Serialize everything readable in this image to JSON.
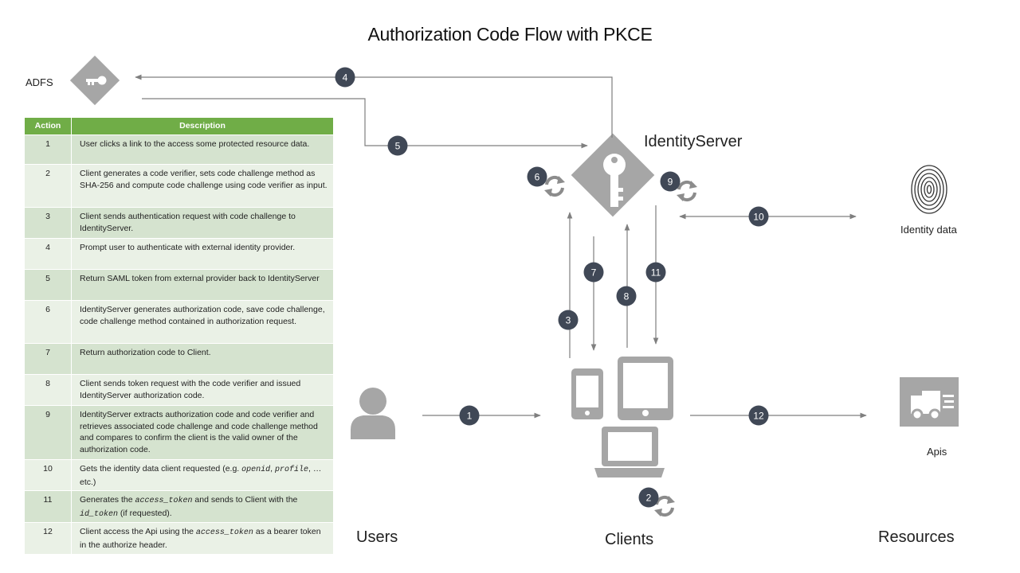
{
  "title": "Authorization Code Flow with PKCE",
  "nodes": {
    "adfs": "ADFS",
    "identity_server": "IdentityServer",
    "identity_data": "Identity data",
    "apis": "Apis",
    "users": "Users",
    "clients": "Clients",
    "resources": "Resources"
  },
  "table": {
    "headers": [
      "Action",
      "Description"
    ],
    "rows": [
      {
        "action": "1",
        "parts": [
          {
            "t": "User clicks a link to the access some protected resource data."
          }
        ]
      },
      {
        "action": "2",
        "parts": [
          {
            "t": "Client generates a code verifier, sets code challenge method as SHA-256 and compute code challenge using code verifier as input."
          }
        ]
      },
      {
        "action": "3",
        "parts": [
          {
            "t": "Client sends authentication request with code challenge to IdentityServer."
          }
        ]
      },
      {
        "action": "4",
        "parts": [
          {
            "t": "Prompt user to authenticate with external identity provider."
          }
        ]
      },
      {
        "action": "5",
        "parts": [
          {
            "t": "Return SAML token from external provider back to IdentityServer"
          }
        ]
      },
      {
        "action": "6",
        "parts": [
          {
            "t": "IdentityServer generates authorization code, save code challenge, code challenge method contained in authorization request."
          }
        ]
      },
      {
        "action": "7",
        "parts": [
          {
            "t": "Return authorization code to Client."
          }
        ]
      },
      {
        "action": "8",
        "parts": [
          {
            "t": "Client sends token request with the code verifier and issued IdentityServer authorization code."
          }
        ]
      },
      {
        "action": "9",
        "parts": [
          {
            "t": "IdentityServer extracts authorization code and code verifier and retrieves associated code challenge and code challenge method and compares to confirm the client is the valid owner of the authorization code."
          }
        ]
      },
      {
        "action": "10",
        "parts": [
          {
            "t": "Gets the identity data client requested (e.g. "
          },
          {
            "c": "openid"
          },
          {
            "t": ", "
          },
          {
            "c": "profile"
          },
          {
            "t": ", …etc.)"
          }
        ]
      },
      {
        "action": "11",
        "parts": [
          {
            "t": "Generates the "
          },
          {
            "c": "access_token"
          },
          {
            "t": " and sends to Client with the "
          },
          {
            "c": "id_token"
          },
          {
            "t": " (if requested)."
          }
        ]
      },
      {
        "action": "12",
        "parts": [
          {
            "t": "Client access the Api using the "
          },
          {
            "c": "access_token"
          },
          {
            "t": " as a bearer token in the authorize header."
          }
        ]
      }
    ]
  },
  "step_badges": [
    "1",
    "2",
    "3",
    "4",
    "5",
    "6",
    "7",
    "8",
    "9",
    "10",
    "11",
    "12"
  ],
  "icons": [
    "key-icon",
    "user-icon",
    "phone-icon",
    "tablet-icon",
    "laptop-icon",
    "fingerprint-icon",
    "truck-icon",
    "refresh-icon"
  ],
  "colors": {
    "header_green": "#70ad47",
    "row_dark": "#d5e3cf",
    "row_light": "#eaf1e6",
    "icon_gray": "#a6a6a6",
    "badge": "#404856"
  }
}
